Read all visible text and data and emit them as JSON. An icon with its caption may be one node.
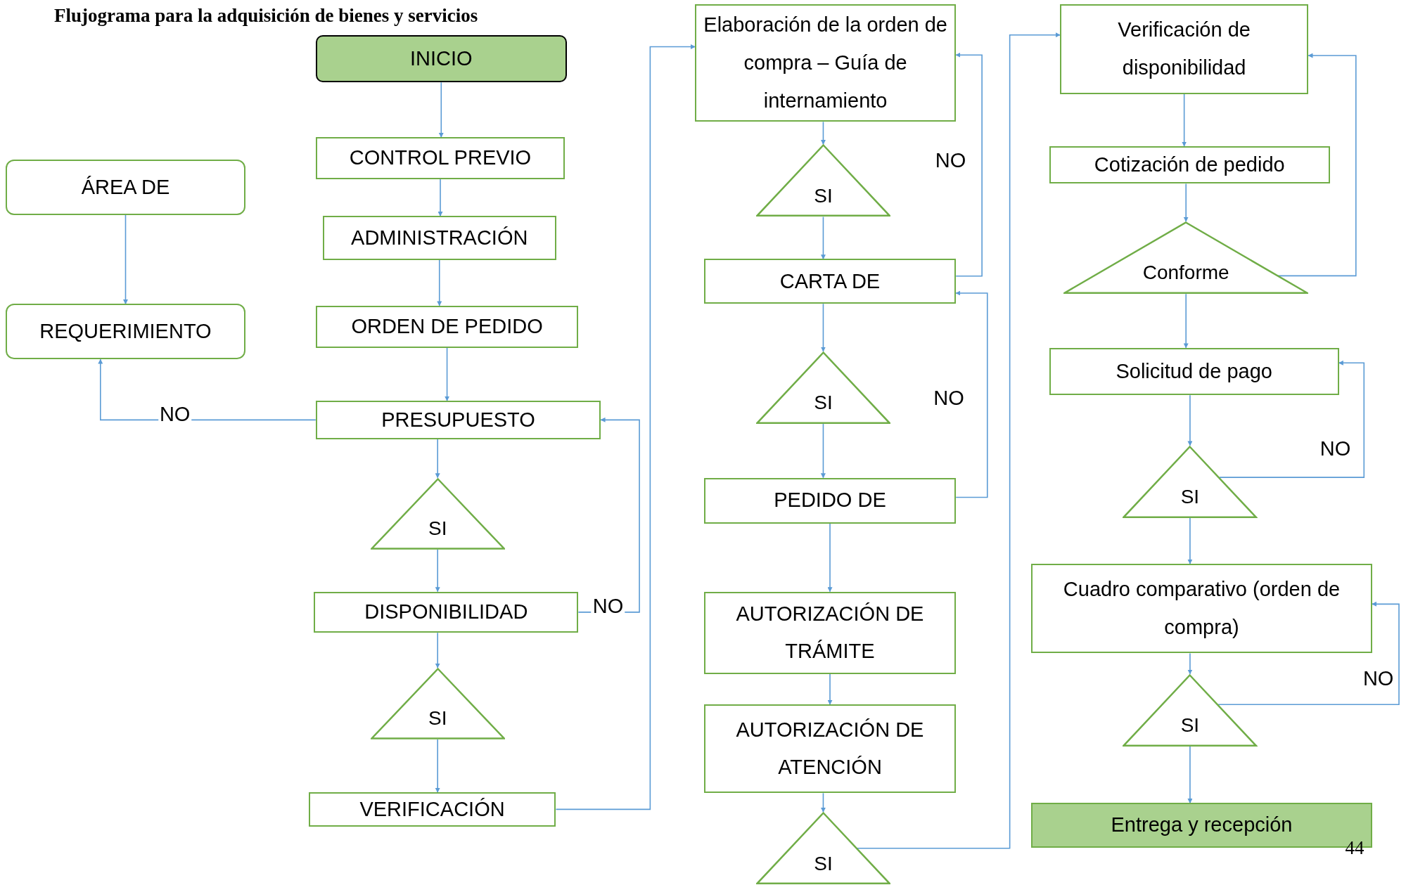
{
  "diagram": {
    "title": "Flujograma para la adquisición de bienes y servicios",
    "nodes": [
      {
        "text": [
          "ÁREA DE"
        ]
      },
      {
        "text": [
          "REQUERIMIENTO"
        ]
      },
      {
        "text": [
          "INICIO"
        ]
      },
      {
        "text": [
          "CONTROL PREVIO"
        ]
      },
      {
        "text": [
          "ADMINISTRACIÓN"
        ]
      },
      {
        "text": [
          "ORDEN DE PEDIDO"
        ]
      },
      {
        "text": [
          "PRESUPUESTO"
        ]
      },
      {
        "text": [
          "SI"
        ]
      },
      {
        "text": [
          "DISPONIBILIDAD"
        ]
      },
      {
        "text": [
          "SI"
        ]
      },
      {
        "text": [
          "VERIFICACIÓN"
        ]
      },
      {
        "text": [
          "Elaboración de la orden de compra – Guía de internamiento"
        ]
      },
      {
        "text": [
          "SI"
        ]
      },
      {
        "text": [
          "CARTA DE"
        ]
      },
      {
        "text": [
          "SI"
        ]
      },
      {
        "text": [
          "PEDIDO DE"
        ]
      },
      {
        "text": [
          "AUTORIZACIÓN DE TRÁMITE"
        ]
      },
      {
        "text": [
          "AUTORIZACIÓN DE ATENCIÓN"
        ]
      },
      {
        "text": [
          "SI"
        ]
      },
      {
        "text": [
          "Verificación de disponibilidad"
        ]
      },
      {
        "text": [
          "Cotización de pedido"
        ]
      },
      {
        "text": [
          "Conforme"
        ]
      },
      {
        "text": [
          "Solicitud de pago"
        ]
      },
      {
        "text": [
          "SI"
        ]
      },
      {
        "text": [
          "Cuadro comparativo (orden de compra)"
        ]
      },
      {
        "text": [
          "SI"
        ]
      },
      {
        "text": [
          "Entrega y recepción"
        ]
      }
    ],
    "edges": [
      {
        "from": 0,
        "to": 1,
        "arrow": "to"
      },
      {
        "from": 6,
        "to": 1,
        "arrow": "to",
        "label": "NO"
      },
      {
        "from": 2,
        "to": 3,
        "arrow": "to"
      },
      {
        "from": 3,
        "to": 4,
        "arrow": "to"
      },
      {
        "from": 4,
        "to": 5,
        "arrow": "to"
      },
      {
        "from": 5,
        "to": 6,
        "arrow": "to"
      },
      {
        "from": 6,
        "to": 7,
        "arrow": "to"
      },
      {
        "from": 7,
        "to": 8,
        "arrow": "to"
      },
      {
        "from": 8,
        "to": 9,
        "arrow": "to"
      },
      {
        "from": 8,
        "to": 6,
        "arrow": "to",
        "label": "NO"
      },
      {
        "from": 9,
        "to": 10,
        "arrow": "to"
      },
      {
        "from": 10,
        "to": 11,
        "arrow": "to"
      },
      {
        "from": 11,
        "to": 12,
        "arrow": "to"
      },
      {
        "from": 12,
        "to": 13,
        "arrow": "to"
      },
      {
        "from": 13,
        "to": 11,
        "arrow": "to",
        "label": "NO"
      },
      {
        "from": 13,
        "to": 14,
        "arrow": "to"
      },
      {
        "from": 14,
        "to": 15,
        "arrow": "to"
      },
      {
        "from": 15,
        "to": 13,
        "arrow": "to",
        "label": "NO"
      },
      {
        "from": 15,
        "to": 16,
        "arrow": "to"
      },
      {
        "from": 16,
        "to": 17,
        "arrow": "to"
      },
      {
        "from": 17,
        "to": 18,
        "arrow": "to"
      },
      {
        "from": 18,
        "to": 19,
        "arrow": "to"
      },
      {
        "from": 19,
        "to": 20,
        "arrow": "to"
      },
      {
        "from": 20,
        "to": 21,
        "arrow": "to"
      },
      {
        "from": 21,
        "to": 19,
        "arrow": "to"
      },
      {
        "from": 21,
        "to": 22,
        "arrow": "to"
      },
      {
        "from": 22,
        "to": 23,
        "arrow": "to"
      },
      {
        "from": 23,
        "to": 22,
        "arrow": "to",
        "label": "NO"
      },
      {
        "from": 23,
        "to": 24,
        "arrow": "to"
      },
      {
        "from": 24,
        "to": 25,
        "arrow": "to"
      },
      {
        "from": 25,
        "to": 24,
        "arrow": "to",
        "label": "NO"
      },
      {
        "from": 25,
        "to": 26,
        "arrow": "to"
      }
    ],
    "labels": [
      "44"
    ]
  }
}
